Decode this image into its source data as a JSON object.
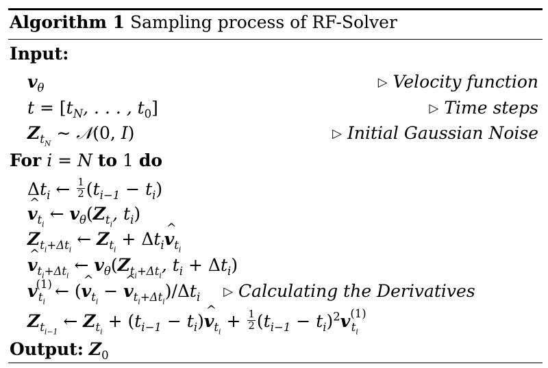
{
  "algorithm": {
    "label": "Algorithm 1",
    "title": "Sampling process of RF-Solver"
  },
  "input": {
    "header": "Input:",
    "items": [
      {
        "math": "vθ",
        "comment": "Velocity function"
      },
      {
        "math": "t = [tN, . . . , t0]",
        "comment": "Time steps"
      },
      {
        "math": "ZtN ∼ N(0, I)",
        "comment": "Initial Gaussian Noise"
      }
    ]
  },
  "loop": {
    "for_keyword": "For",
    "var": "i = N",
    "to_keyword": "to",
    "end": "1",
    "do_keyword": "do"
  },
  "body": [
    {
      "math": "Δti ← 1/2 (ti−1 − ti)"
    },
    {
      "math": "v̂ti ← vθ(Zti, ti)"
    },
    {
      "math": "Zti+Δti ← Zti + Δti v̂ti"
    },
    {
      "math": "v̂ti+Δti ← vθ(Zti+Δti, ti + Δti)"
    },
    {
      "math": "vti(1) ← (v̂ti − v̂ti+Δti)/Δti",
      "comment": "Calculating the Derivatives"
    },
    {
      "math": "Zti−1 ← Zti + (ti−1 − ti)v̂ti + 1/2 (ti−1 − ti)² vti(1)"
    }
  ],
  "output": {
    "header": "Output:",
    "math": "Z0"
  }
}
